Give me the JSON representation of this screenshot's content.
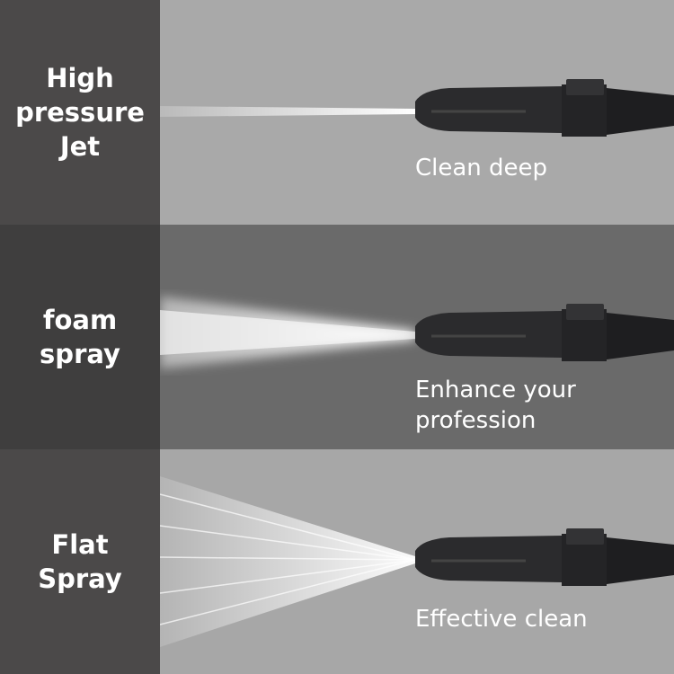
{
  "modes": [
    {
      "label": "High\npressure\nJet",
      "caption": "Clean deep"
    },
    {
      "label": "foam\nspray",
      "caption": "Enhance your\nprofession"
    },
    {
      "label": "Flat\nSpray",
      "caption": "Effective clean"
    }
  ],
  "colors": {
    "left_panel": "#4b4949",
    "row1_bg": "#a9a9a9",
    "row2_bg": "#6a6a6a",
    "row3_bg": "#a7a7a7"
  }
}
